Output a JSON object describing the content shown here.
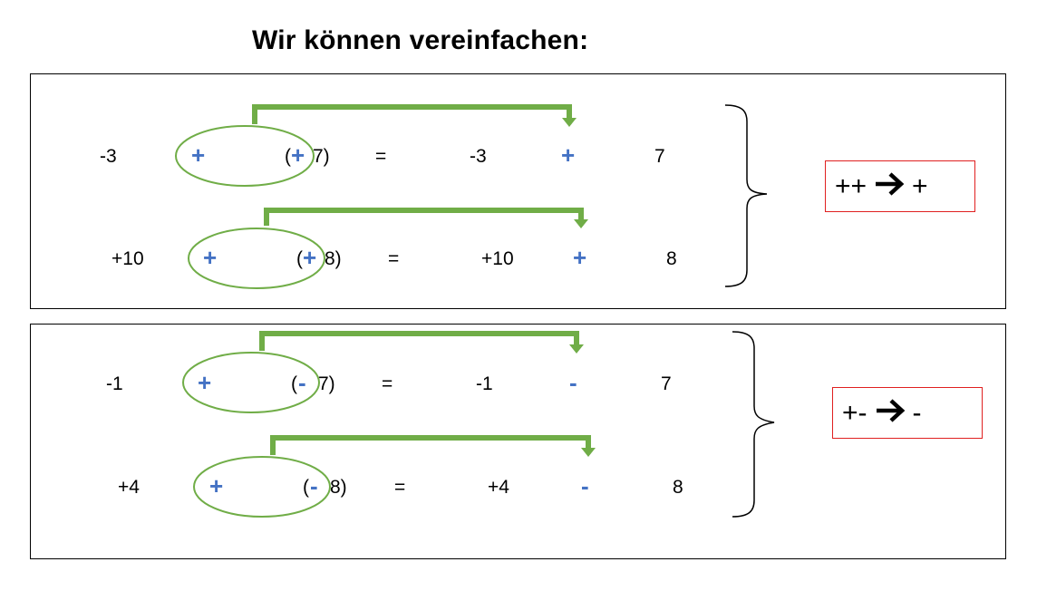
{
  "title": "Wir können vereinfachen:",
  "colors": {
    "sign": "#4472c4",
    "highlight": "#70ad47",
    "rule_border": "#e02020"
  },
  "icons": {
    "rule_arrow": "arrow-right-icon",
    "bracket": "curly-brace-icon"
  },
  "panels": [
    {
      "rows": [
        {
          "a": "-3",
          "op": "+",
          "open": "(",
          "inner": "+",
          "close": "7)",
          "eq": "=",
          "ra": "-3",
          "rop": "+",
          "rb": "7"
        },
        {
          "a": "+10",
          "op": "+",
          "open": "(",
          "inner": "+",
          "close": "8)",
          "eq": "=",
          "ra": "+10",
          "rop": "+",
          "rb": "8"
        }
      ],
      "rule": {
        "left": "++",
        "right": "+"
      }
    },
    {
      "rows": [
        {
          "a": "-1",
          "op": "+",
          "open": "(",
          "inner": "-",
          "close": "7)",
          "eq": "=",
          "ra": "-1",
          "rop": "-",
          "rb": "7"
        },
        {
          "a": "+4",
          "op": "+",
          "open": "(",
          "inner": "-",
          "close": "8)",
          "eq": "=",
          "ra": "+4",
          "rop": "-",
          "rb": "8"
        }
      ],
      "rule": {
        "left": "+-",
        "right": "-"
      }
    }
  ]
}
